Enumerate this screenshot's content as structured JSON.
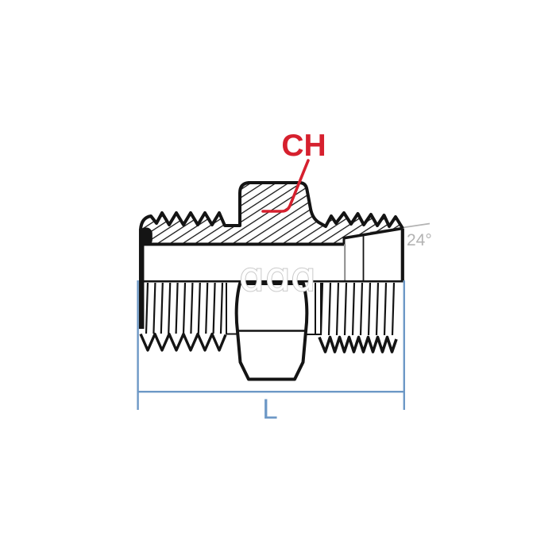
{
  "diagram": {
    "type": "technical-drawing-half-section",
    "subject": "hydraulic adapter fitting, half section view with 24-degree cone seat, O-ring and hex",
    "labels": {
      "hex_size": {
        "text": "CH",
        "color": "#d6202e"
      },
      "cone_angle": {
        "text": "24°",
        "color": "#b3b3b3"
      },
      "length": {
        "text": "L",
        "color": "#6d98c6"
      }
    },
    "watermark_glyph": "ɑ",
    "colors": {
      "outline": "#141414",
      "dimension": "#6d98c6",
      "label_red": "#d6202e",
      "annotation_gray": "#b3b3b3",
      "background": "#ffffff"
    }
  }
}
